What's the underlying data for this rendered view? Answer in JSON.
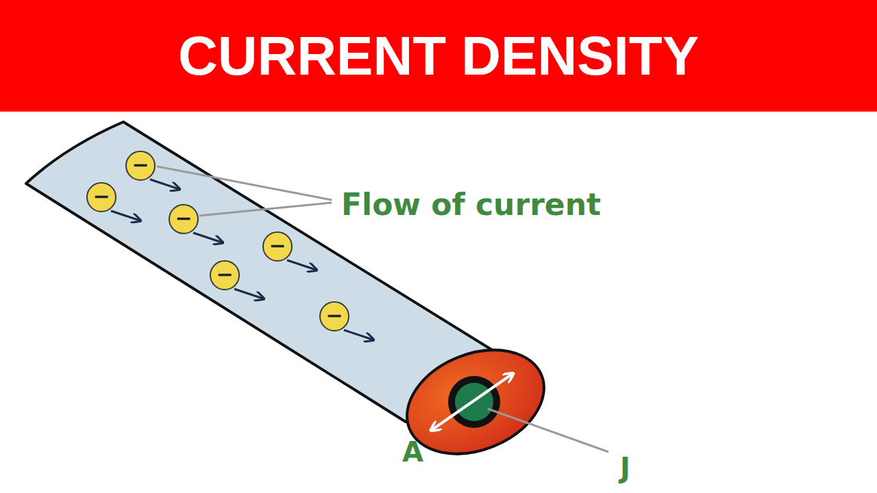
{
  "diagram": {
    "title": "CURRENT DENSITY",
    "nodes": [
      {
        "text": [
          "−"
        ]
      },
      {
        "text": [
          "−"
        ]
      },
      {
        "text": [
          "−"
        ]
      },
      {
        "text": [
          "−"
        ]
      },
      {
        "text": [
          "−"
        ]
      },
      {
        "text": [
          "−"
        ]
      }
    ],
    "labels": [
      "Flow of current",
      "A",
      "J"
    ]
  }
}
